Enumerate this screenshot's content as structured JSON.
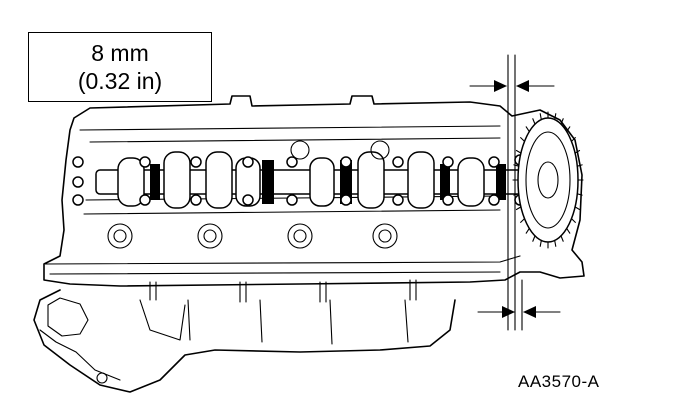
{
  "callout": {
    "line1": "8 mm",
    "line2": "(0.32 in)"
  },
  "figure_id": "AA3570-A"
}
